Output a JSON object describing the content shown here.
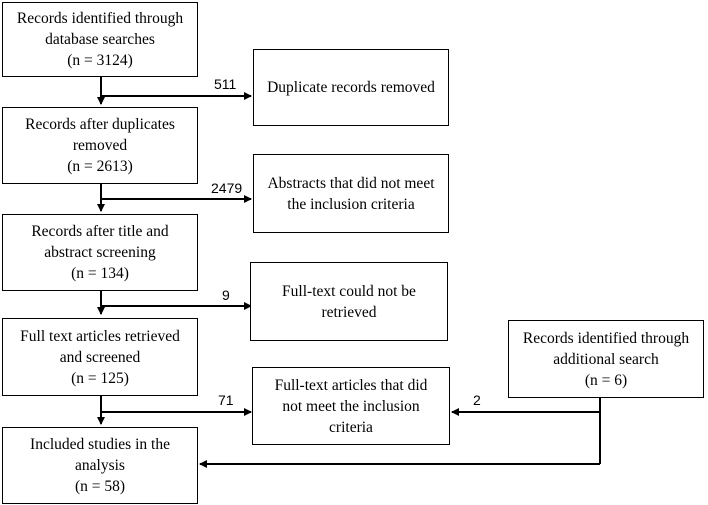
{
  "boxes": {
    "identified": [
      "Records identified through",
      "database searches",
      "(n = 3124)"
    ],
    "after_duplicates": [
      "Records after duplicates",
      "removed",
      "(n = 2613)"
    ],
    "after_screening": [
      "Records after title and",
      "abstract screening",
      "(n = 134)"
    ],
    "fulltext_screened": [
      "Full text articles retrieved",
      "and screened",
      "(n = 125)"
    ],
    "included": [
      "Included studies in the",
      "analysis",
      "(n = 58)"
    ],
    "duplicates_removed": [
      "Duplicate records removed"
    ],
    "abstracts_excluded": [
      "Abstracts that did not meet",
      "the inclusion criteria"
    ],
    "not_retrieved": [
      "Full-text could not be",
      "retrieved"
    ],
    "fulltext_excluded": [
      "Full-text articles that did",
      "not meet the inclusion",
      "criteria"
    ],
    "additional_search": [
      "Records identified through",
      "additional search",
      "(n = 6)"
    ]
  },
  "counts": {
    "duplicates": "511",
    "abstracts": "2479",
    "not_retrieved": "9",
    "fulltext_excluded": "71",
    "additional_to_excluded": "2"
  }
}
